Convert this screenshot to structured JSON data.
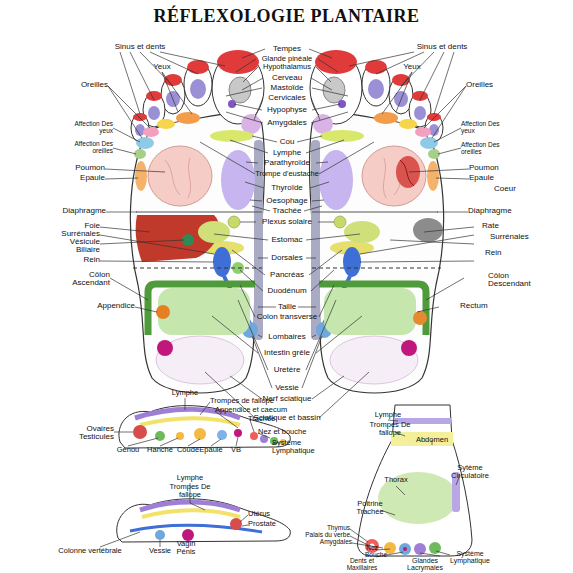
{
  "diagram": {
    "title": "RÉFLEXOLOGIE PLANTAIRE",
    "labels": [
      "Sinus et dents",
      "Tempes",
      "Sinus et dents",
      "Glande pinéale",
      "Hypothalamus",
      "Yeux",
      "Yeux",
      "Cerveau",
      "Oreilles",
      "Oreilles",
      "Mastoïde",
      "Cervicales",
      "Hypophyse",
      "Amygdales",
      "Affection Des yeux",
      "Affection Des yeux",
      "Cou",
      "Affection Des oreilles",
      "Affection Des oreilles",
      "Lymphe",
      "Parathyroïde",
      "Poumon",
      "Poumon",
      "Trompe d'eustache",
      "Epaule",
      "Epaule",
      "Coeur",
      "Thyroïde",
      "Oesophage",
      "Trachée",
      "Diaphragme",
      "Diaphragme",
      "Plexus solaire",
      "Foie",
      "Rate",
      "Surrénales",
      "Surrénales",
      "Estomac",
      "Vésicule Biliaire",
      "Rein",
      "Rein",
      "Dorsales",
      "Pancréas",
      "Côlon Ascendant",
      "Côlon Descendant",
      "Duodénum",
      "Taille",
      "Appendice",
      "Rectum",
      "Colon transverse",
      "Lombaires",
      "Intestin grêle",
      "Uretère",
      "Vessie",
      "Nerf sciatique",
      "Sciatique et bassin",
      "Lymphe",
      "Trompes de fallope",
      "Appendice et caecum",
      "Trachée",
      "Nez et bouche",
      "Ovaires Testicules",
      "Système Lymphatique",
      "Genou",
      "Hanche",
      "Coude",
      "Epaule",
      "VB",
      "Lymphe",
      "Trompes De fallope",
      "Utérus",
      "Prostate",
      "Colonne vertébrale",
      "Vessie",
      "Vagin Pénis",
      "Lymphe",
      "Trompes De fallope",
      "Abdomen",
      "Thorax",
      "Sytème Circulatoire",
      "Poitrine Trachée",
      "Thymus",
      "Palais du verbe",
      "Amygdales",
      "Nez",
      "Bouche",
      "Dents et Maxillaires",
      "Système Lymphatique",
      "Glandes Lacrymales"
    ]
  }
}
